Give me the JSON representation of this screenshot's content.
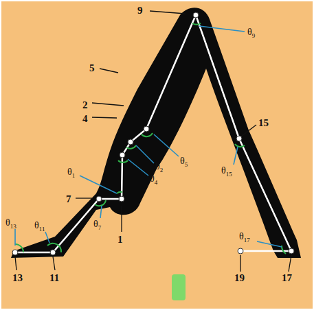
{
  "diagram": {
    "labels": [
      "9",
      "θ9",
      "5",
      "2",
      "4",
      "θ5",
      "θ2",
      "θ4",
      "θ1",
      "7",
      "1",
      "θ7",
      "15",
      "θ15",
      "θ13",
      "θ11",
      "13",
      "11",
      "θ17",
      "19",
      "17"
    ]
  }
}
